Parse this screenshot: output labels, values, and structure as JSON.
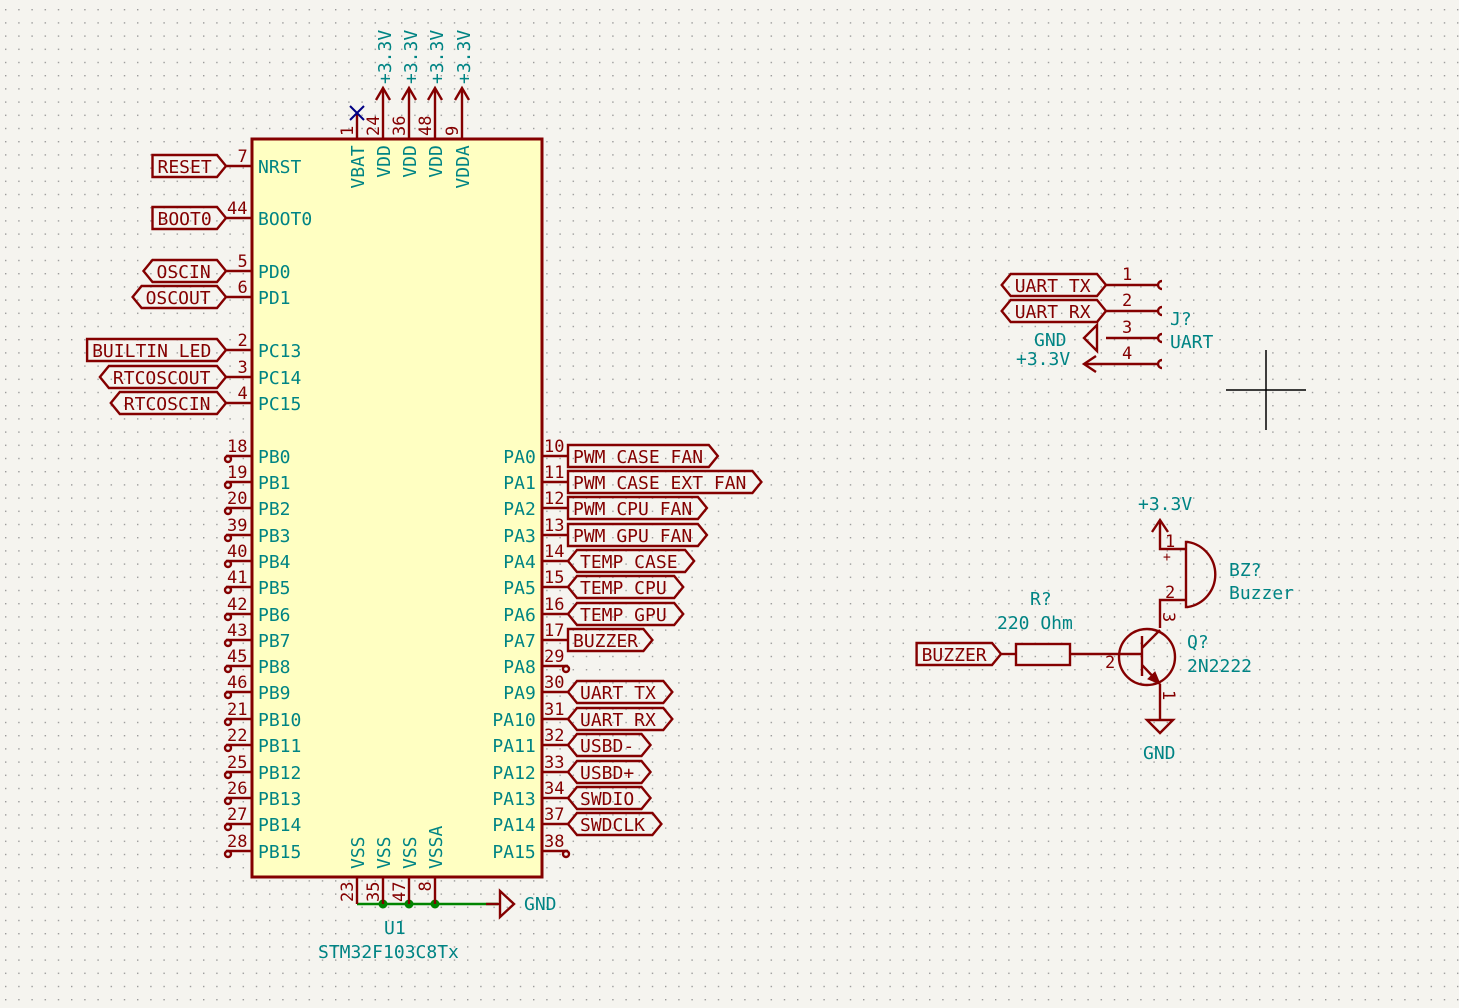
{
  "colors": {
    "background": "#f5f4ef",
    "wire": "#840000",
    "text_teal": "#008484",
    "chip_fill": "#ffffc2",
    "junction": "#008400",
    "no_connect": "#000084",
    "grid_dot": "#9a9a9a"
  },
  "chip": {
    "reference": "U1",
    "value": "STM32F103C8Tx",
    "top_pins": [
      {
        "num": "1",
        "name": "VBAT",
        "net": null,
        "no_connect": true
      },
      {
        "num": "24",
        "name": "VDD",
        "net": "+3.3V"
      },
      {
        "num": "36",
        "name": "VDD",
        "net": "+3.3V"
      },
      {
        "num": "48",
        "name": "VDD",
        "net": "+3.3V"
      },
      {
        "num": "9",
        "name": "VDDA",
        "net": "+3.3V"
      }
    ],
    "left_pins": [
      {
        "num": "7",
        "name": "NRST",
        "label": "RESET",
        "shape": "input"
      },
      {
        "num": "44",
        "name": "BOOT0",
        "label": "BOOT0",
        "shape": "input"
      },
      {
        "num": "5",
        "name": "PD0",
        "label": "OSCIN",
        "shape": "bidir"
      },
      {
        "num": "6",
        "name": "PD1",
        "label": "OSCOUT",
        "shape": "bidir"
      },
      {
        "num": "2",
        "name": "PC13",
        "label": "BUILTIN_LED",
        "shape": "input"
      },
      {
        "num": "3",
        "name": "PC14",
        "label": "RTCOSCOUT",
        "shape": "bidir"
      },
      {
        "num": "4",
        "name": "PC15",
        "label": "RTCOSCIN",
        "shape": "bidir"
      },
      {
        "num": "18",
        "name": "PB0"
      },
      {
        "num": "19",
        "name": "PB1"
      },
      {
        "num": "20",
        "name": "PB2"
      },
      {
        "num": "39",
        "name": "PB3"
      },
      {
        "num": "40",
        "name": "PB4"
      },
      {
        "num": "41",
        "name": "PB5"
      },
      {
        "num": "42",
        "name": "PB6"
      },
      {
        "num": "43",
        "name": "PB7"
      },
      {
        "num": "45",
        "name": "PB8"
      },
      {
        "num": "46",
        "name": "PB9"
      },
      {
        "num": "21",
        "name": "PB10"
      },
      {
        "num": "22",
        "name": "PB11"
      },
      {
        "num": "25",
        "name": "PB12"
      },
      {
        "num": "26",
        "name": "PB13"
      },
      {
        "num": "27",
        "name": "PB14"
      },
      {
        "num": "28",
        "name": "PB15"
      }
    ],
    "right_pins": [
      {
        "num": "10",
        "name": "PA0",
        "label": "PWM_CASE_FAN",
        "shape": "output"
      },
      {
        "num": "11",
        "name": "PA1",
        "label": "PWM_CASE_EXT_FAN",
        "shape": "output"
      },
      {
        "num": "12",
        "name": "PA2",
        "label": "PWM_CPU_FAN",
        "shape": "output"
      },
      {
        "num": "13",
        "name": "PA3",
        "label": "PWM_GPU_FAN",
        "shape": "output"
      },
      {
        "num": "14",
        "name": "PA4",
        "label": "TEMP_CASE",
        "shape": "bidir"
      },
      {
        "num": "15",
        "name": "PA5",
        "label": "TEMP_CPU",
        "shape": "bidir"
      },
      {
        "num": "16",
        "name": "PA6",
        "label": "TEMP_GPU",
        "shape": "bidir"
      },
      {
        "num": "17",
        "name": "PA7",
        "label": "BUZZER",
        "shape": "output"
      },
      {
        "num": "29",
        "name": "PA8"
      },
      {
        "num": "30",
        "name": "PA9",
        "label": "UART_TX",
        "shape": "bidir"
      },
      {
        "num": "31",
        "name": "PA10",
        "label": "UART_RX",
        "shape": "bidir"
      },
      {
        "num": "32",
        "name": "PA11",
        "label": "USBD-",
        "shape": "bidir"
      },
      {
        "num": "33",
        "name": "PA12",
        "label": "USBD+",
        "shape": "bidir"
      },
      {
        "num": "34",
        "name": "PA13",
        "label": "SWDIO",
        "shape": "bidir"
      },
      {
        "num": "37",
        "name": "PA14",
        "label": "SWDCLK",
        "shape": "bidir"
      },
      {
        "num": "38",
        "name": "PA15"
      }
    ],
    "bottom_pins": [
      {
        "num": "23",
        "name": "VSS"
      },
      {
        "num": "35",
        "name": "VSS"
      },
      {
        "num": "47",
        "name": "VSS"
      },
      {
        "num": "8",
        "name": "VSSA"
      }
    ],
    "bottom_net": "GND"
  },
  "connector": {
    "reference": "J?",
    "value": "UART",
    "pins": [
      {
        "num": "1",
        "label": "UART_TX",
        "kind": "label"
      },
      {
        "num": "2",
        "label": "UART_RX",
        "kind": "label"
      },
      {
        "num": "3",
        "label": "GND",
        "kind": "gnd"
      },
      {
        "num": "4",
        "label": "+3.3V",
        "kind": "power"
      }
    ]
  },
  "buzzer": {
    "reference": "BZ?",
    "value": "Buzzer",
    "pin1": "1",
    "pin2": "2",
    "plus": "+",
    "power_net": "+3.3V"
  },
  "resistor": {
    "reference": "R?",
    "value": "220 Ohm",
    "input_label": "BUZZER"
  },
  "transistor": {
    "reference": "Q?",
    "value": "2N2222",
    "base_pin": "2",
    "collector_pin": "3",
    "emitter_pin": "1",
    "ground_net": "GND"
  }
}
